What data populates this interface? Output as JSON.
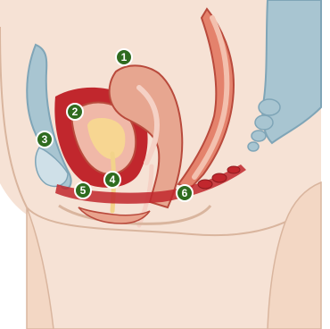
{
  "markers": [
    {
      "id": "1",
      "label": "1"
    },
    {
      "id": "2",
      "label": "2"
    },
    {
      "id": "3",
      "label": "3"
    },
    {
      "id": "4",
      "label": "4"
    },
    {
      "id": "5",
      "label": "5"
    },
    {
      "id": "6",
      "label": "6"
    }
  ],
  "colors": {
    "skin": "#f3d7c4",
    "skin_shadow": "#d9b59e",
    "organ_pink": "#e8a58f",
    "organ_deep": "#b94a3c",
    "muscle_red": "#c1272d",
    "bone_blue": "#a8c5d1",
    "bone_blue_dark": "#7fa5b7",
    "marker_green": "#2f6b1f",
    "marker_outline": "#ffffff",
    "tube_yellow": "#f2d38a"
  }
}
